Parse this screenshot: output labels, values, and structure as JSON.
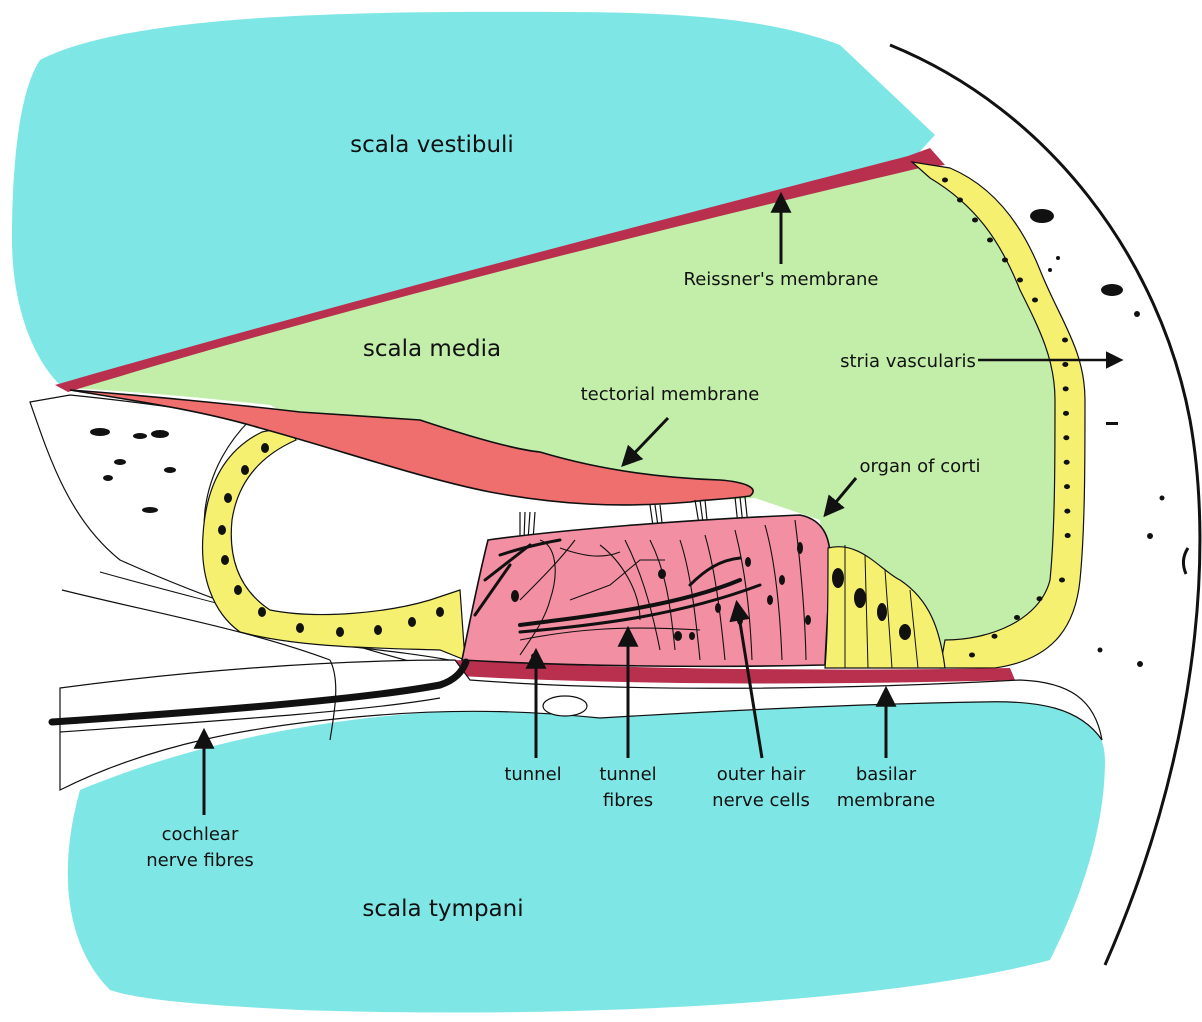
{
  "colors": {
    "scala_fluid": "#7fe6e6",
    "scala_media": "#c2eeaa",
    "membrane_dark": "#b8304e",
    "tectorial": "#ef6f6f",
    "corti": "#f38fa3",
    "epithelium": "#f5f070",
    "outline": "#111111"
  },
  "labels": {
    "scala_vestibuli": "scala vestibuli",
    "scala_media": "scala media",
    "scala_tympani": "scala tympani",
    "reissners_membrane": "Reissner's membrane",
    "stria_vascularis": "stria vascularis",
    "tectorial_membrane": "tectorial membrane",
    "organ_of_corti": "organ of corti",
    "tunnel": "tunnel",
    "tunnel_fibres_1": "tunnel",
    "tunnel_fibres_2": "fibres",
    "outer_hair_1": "outer hair",
    "outer_hair_2": "nerve cells",
    "basilar_1": "basilar",
    "basilar_2": "membrane",
    "cochlear_1": "cochlear",
    "cochlear_2": "nerve fibres"
  }
}
